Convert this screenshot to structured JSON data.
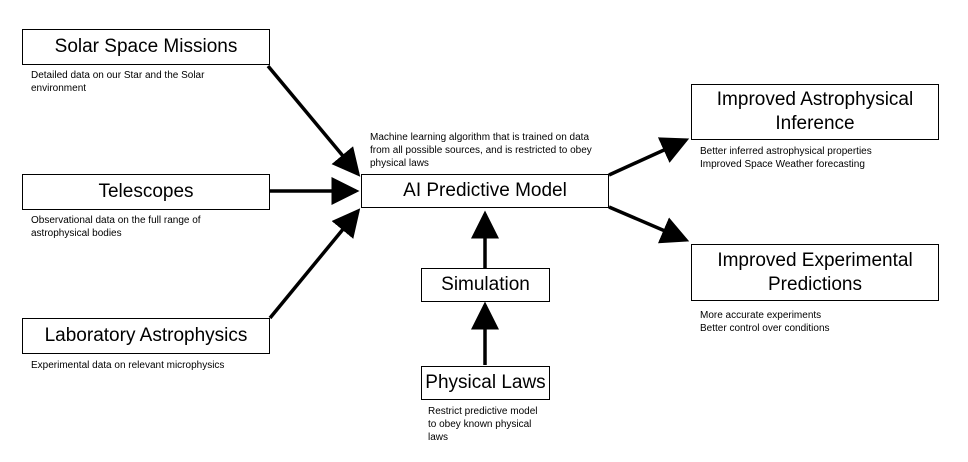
{
  "nodes": {
    "solar": {
      "title": "Solar Space Missions",
      "note": "Detailed data on our Star and the Solar\nenvironment"
    },
    "telescopes": {
      "title": "Telescopes",
      "note": "Observational data on the full range of\nastrophysical bodies"
    },
    "lab": {
      "title": "Laboratory Astrophysics",
      "note": "Experimental data on relevant microphysics"
    },
    "ai": {
      "title": "AI Predictive Model",
      "note": "Machine learning algorithm that is trained on data\nfrom all possible sources, and is restricted to obey\nphysical laws"
    },
    "simulation": {
      "title": "Simulation"
    },
    "physical": {
      "title": "Physical Laws",
      "note": "Restrict predictive model\nto obey known physical\nlaws"
    },
    "inference": {
      "title": "Improved Astrophysical\nInference",
      "note": "Better inferred astrophysical properties\nImproved Space Weather forecasting"
    },
    "experimental": {
      "title": "Improved Experimental\nPredictions",
      "note": "More accurate experiments\nBetter control over conditions"
    }
  },
  "edges": [
    {
      "from": "Solar Space Missions",
      "to": "AI Predictive Model"
    },
    {
      "from": "Telescopes",
      "to": "AI Predictive Model"
    },
    {
      "from": "Laboratory Astrophysics",
      "to": "AI Predictive Model"
    },
    {
      "from": "Simulation",
      "to": "AI Predictive Model"
    },
    {
      "from": "Physical Laws",
      "to": "Simulation"
    },
    {
      "from": "AI Predictive Model",
      "to": "Improved Astrophysical Inference"
    },
    {
      "from": "AI Predictive Model",
      "to": "Improved Experimental Predictions"
    }
  ],
  "colors": {
    "line": "#000000",
    "background": "#ffffff"
  }
}
